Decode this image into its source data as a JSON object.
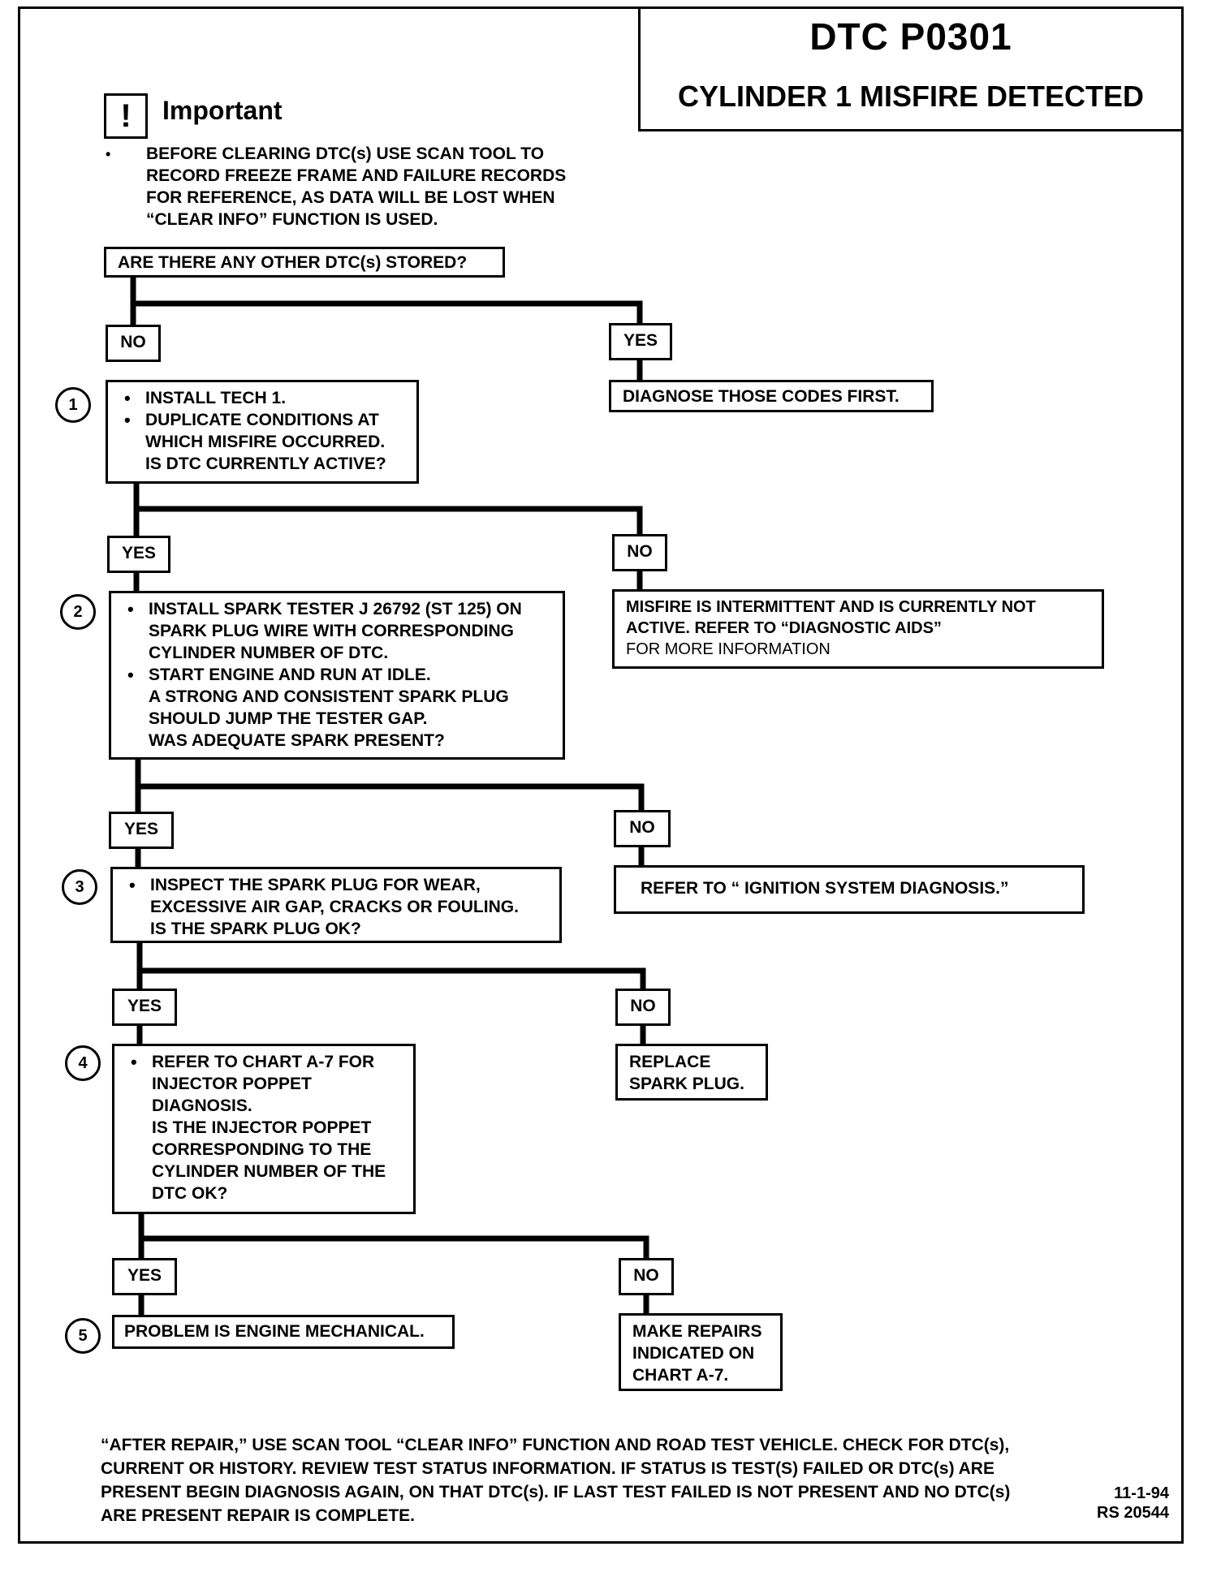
{
  "header": {
    "code": "DTC P0301",
    "subtitle": "CYLINDER 1 MISFIRE DETECTED"
  },
  "important": {
    "icon": "exclamation-icon",
    "icon_glyph": "!",
    "label": "Important",
    "bullet_lines": [
      "BEFORE CLEARING DTC(s) USE SCAN TOOL TO",
      "RECORD FREEZE FRAME AND FAILURE RECORDS",
      "FOR REFERENCE, AS DATA WILL BE LOST WHEN",
      "“CLEAR INFO” FUNCTION IS USED."
    ]
  },
  "flow": {
    "start": "ARE THERE ANY OTHER DTC(s) STORED?",
    "labels": {
      "start_no": "NO",
      "start_yes": "YES",
      "s1_yes": "YES",
      "s1_no": "NO",
      "s2_yes": "YES",
      "s2_no": "NO",
      "s3_yes": "YES",
      "s3_no": "NO",
      "s4_yes": "YES",
      "s4_no": "NO"
    },
    "start_yes_result": "DIAGNOSE THOSE CODES FIRST.",
    "steps": [
      {
        "number": "1",
        "bullets": [
          [
            "INSTALL TECH 1."
          ],
          [
            "DUPLICATE CONDITIONS AT",
            "WHICH MISFIRE OCCURRED.",
            "IS DTC CURRENTLY ACTIVE?"
          ]
        ]
      },
      {
        "number": "2",
        "bullets": [
          [
            "INSTALL SPARK TESTER J 26792 (ST 125) ON",
            "SPARK PLUG WIRE WITH CORRESPONDING",
            "CYLINDER NUMBER OF DTC."
          ],
          [
            "START ENGINE AND RUN AT IDLE.",
            "A STRONG AND CONSISTENT SPARK PLUG",
            "SHOULD JUMP THE TESTER GAP.",
            "WAS ADEQUATE SPARK PRESENT?"
          ]
        ]
      },
      {
        "number": "3",
        "bullets": [
          [
            "INSPECT THE SPARK PLUG FOR WEAR,",
            "EXCESSIVE AIR GAP, CRACKS OR FOULING.",
            "IS THE SPARK PLUG OK?"
          ]
        ]
      },
      {
        "number": "4",
        "bullets": [
          [
            "REFER TO CHART A-7 FOR",
            "INJECTOR POPPET",
            "DIAGNOSIS.",
            "IS THE INJECTOR POPPET",
            "CORRESPONDING TO THE",
            "CYLINDER NUMBER OF THE",
            "DTC OK?"
          ]
        ]
      },
      {
        "number": "5",
        "text": "PROBLEM IS ENGINE MECHANICAL."
      }
    ],
    "s1_no_result": [
      "MISFIRE IS INTERMITTENT AND IS CURRENTLY NOT",
      "ACTIVE.  REFER TO “DIAGNOSTIC AIDS”",
      "FOR MORE INFORMATION"
    ],
    "s2_no_result": "REFER TO “ IGNITION SYSTEM DIAGNOSIS.”",
    "s3_no_result": [
      "REPLACE",
      "SPARK PLUG."
    ],
    "s4_no_result": [
      "MAKE REPAIRS",
      "INDICATED ON",
      "CHART A-7."
    ]
  },
  "footer": {
    "lines": [
      "“AFTER REPAIR,” USE SCAN TOOL “CLEAR INFO” FUNCTION AND ROAD TEST VEHICLE. CHECK FOR DTC(s),",
      "CURRENT OR HISTORY. REVIEW TEST STATUS INFORMATION. IF STATUS IS TEST(S) FAILED OR DTC(s) ARE",
      "PRESENT BEGIN DIAGNOSIS AGAIN, ON THAT DTC(s). IF LAST TEST FAILED IS NOT PRESENT AND NO DTC(s)",
      "ARE PRESENT REPAIR IS COMPLETE."
    ],
    "date": "11-1-94",
    "ref": "RS 20544"
  }
}
